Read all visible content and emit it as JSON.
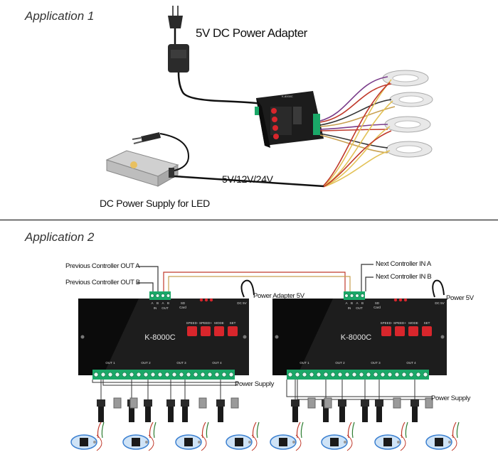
{
  "app1": {
    "heading": "Application 1",
    "adapter_label": "5V DC Power Adapter",
    "voltage_label": "5V/12V/24V",
    "psu_label": "DC Power Supply for LED",
    "controller_brand": "K-8000C"
  },
  "app2": {
    "heading": "Application 2",
    "prev_out_a": "Previous Controller OUT A",
    "prev_out_b": "Previous Controller OUT B",
    "next_in_a": "Next Controller IN A",
    "next_in_b": "Next Controller IN B",
    "power_adapter": "Power Adapter 5V",
    "power_5v": "Power 5V",
    "power_supply_left": "Power Supply",
    "power_supply_right": "Power Supply",
    "controllers": [
      {
        "model": "K-8000C",
        "buttons": [
          "SPEED-",
          "SPEED+",
          "MODE",
          "SET"
        ],
        "sd_label": "SD Card",
        "dc_label": "DC 5V",
        "in_label": "IN",
        "out_label": "OUT",
        "terminal_letters": [
          "A",
          "B",
          "A",
          "B"
        ]
      },
      {
        "model": "K-8000C",
        "buttons": [
          "SPEED-",
          "SPEED+",
          "MODE",
          "SET"
        ],
        "sd_label": "SD Card",
        "dc_label": "DC 5V",
        "in_label": "IN",
        "out_label": "OUT",
        "terminal_letters": [
          "A",
          "B",
          "A",
          "B"
        ]
      }
    ],
    "out_groups": [
      "OUT 1",
      "OUT 2",
      "OUT 3",
      "OUT 4"
    ]
  },
  "colors": {
    "controller_body": "#1d1d1d",
    "terminal_green": "#1aa868",
    "button_red": "#d8262c",
    "wire_red": "#c0392b",
    "wire_gold": "#c8a050",
    "led_blue": "#3a7fd0"
  }
}
